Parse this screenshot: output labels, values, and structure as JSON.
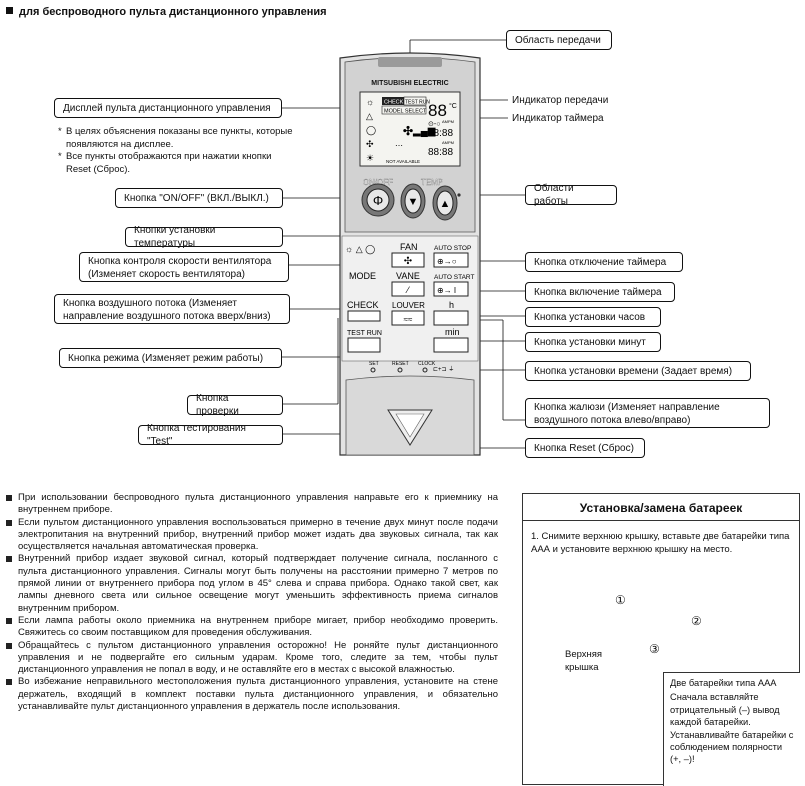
{
  "title": "для беспроводного пульта дистанционного управления",
  "remote": {
    "brand": "MITSUBISHI ELECTRIC",
    "display": {
      "check": "CHECK",
      "test_run": "TEST RUN",
      "model_select": "MODEL SELECT",
      "digits_top": "88",
      "deg_c": "°C",
      "timer_on_digits": "88:88",
      "timer_off_digits": "88:88",
      "ampm1": "AMPM",
      "ampm2": "AMPM",
      "not_available": "NOT AVAILABLE"
    },
    "on_off_label": "ON/OFF",
    "temp_label": "TEMP",
    "on_off_glyph": "Φ",
    "temp_down_glyph": "▼",
    "temp_up_glyph": "▲",
    "fan_label": "FAN",
    "mode_label": "MODE",
    "vane_label": "VANE",
    "check_label": "CHECK",
    "louver_label": "LOUVER",
    "test_run_label": "TEST RUN",
    "auto_stop_label": "AUTO STOP",
    "auto_start_label": "AUTO START",
    "auto_stop_glyph": "⊕→○",
    "auto_start_glyph": "⊕→ I",
    "h_label": "h",
    "min_label": "min",
    "set_label": "SET",
    "reset_label": "RESET",
    "clock_label": "CLOCK",
    "mode_icons": "☼ △ ◯",
    "vane_icon": "⁄",
    "louver_icon": "≈≈"
  },
  "callouts": {
    "transmit_area": "Область передачи",
    "display": "Дисплей пульта дистанционного управления",
    "display_note_1": "В целях объяснения показаны все пункты, которые появляются на дисплее.",
    "display_note_2": "Все пункты отображаются при нажатии кнопки Reset (Сброс).",
    "transmit_indicator": "Индикатор передачи",
    "timer_indicator": "Индикатор таймера",
    "on_off_button": "Кнопка \"ON/OFF\" (ВКЛ./ВЫКЛ.)",
    "operation_areas": "Области работы",
    "temp_buttons": "Кнопки установки температуры",
    "fan_button_1": "Кнопка контроля скорости вентилятора",
    "fan_button_2": "(Изменяет скорость вентилятора)",
    "timer_off_button": "Кнопка отключение таймера",
    "airflow_button_1": "Кнопка воздушного потока (Изменяет",
    "airflow_button_2": "направление воздушного потока вверх/вниз)",
    "timer_on_button": "Кнопка включение таймера",
    "hours_button": "Кнопка установки часов",
    "mode_button": "Кнопка режима (Изменяет режим работы)",
    "minutes_button": "Кнопка установки минут",
    "clock_button": "Кнопка установки времени (Задает время)",
    "check_button": "Кнопка проверки",
    "louver_button_1": "Кнопка жалюзи (Изменяет направление",
    "louver_button_2": "воздушного потока влево/вправо)",
    "test_button": "Кнопка тестирования \"Test\"",
    "reset_button": "Кнопка Reset (Сброс)"
  },
  "bullets": [
    "При использовании беспроводного пульта дистанционного управления направьте его к приемнику на внутреннем приборе.",
    "Если пультом дистанционного управления воспользоваться примерно в течение двух минут после подачи электропитания на внутренний прибор, внутренний прибор может издать два звуковых сигнала, так как осуществляется начальная автоматическая проверка.",
    "Внутренний прибор издает звуковой сигнал, который подтверждает получение сигнала, посланного с пульта дистанционного управления. Сигналы могут быть получены на расстоянии примерно 7 метров по прямой линии от внутреннего прибора под углом в 45° слева и справа прибора. Однако такой свет, как лампы дневного света или сильное освещение могут уменьшить эффективность приема сигналов внутренним прибором.",
    "Если лампа работы около приемника на внутреннем приборе мигает, прибор необходимо проверить. Свяжитесь со своим поставщиком для проведения обслуживания.",
    "Обращайтесь с пультом дистанционного управления осторожно! Не роняйте пульт дистанционного управления и не подвергайте его сильным ударам. Кроме того, следите за тем, чтобы пульт дистанционного управления не попал в воду, и не оставляйте его в местах с высокой влажностью.",
    "Во избежание неправильного местоположения пульта дистанционного управления, установите на стене держатель, входящий в комплект поставки пульта дистанционного управления, и обязательно устанавливайте пульт дистанционного управления в держатель после использования."
  ],
  "battery": {
    "title": "Установка/замена батареек",
    "step": "1.  Снимите верхнюю крышку, вставьте две батарейки типа ААА и установите верхнюю крышку на место.",
    "upper_lid_1": "Верхняя",
    "upper_lid_2": "крышка",
    "num1": "①",
    "num2": "②",
    "num3": "③",
    "note_1": "Две батарейки типа ААА",
    "note_2": "Сначала вставляйте отрицательный (–) вывод каждой батарейки. Устанавливайте батарейки с соблюдением полярности (+, –)!"
  }
}
